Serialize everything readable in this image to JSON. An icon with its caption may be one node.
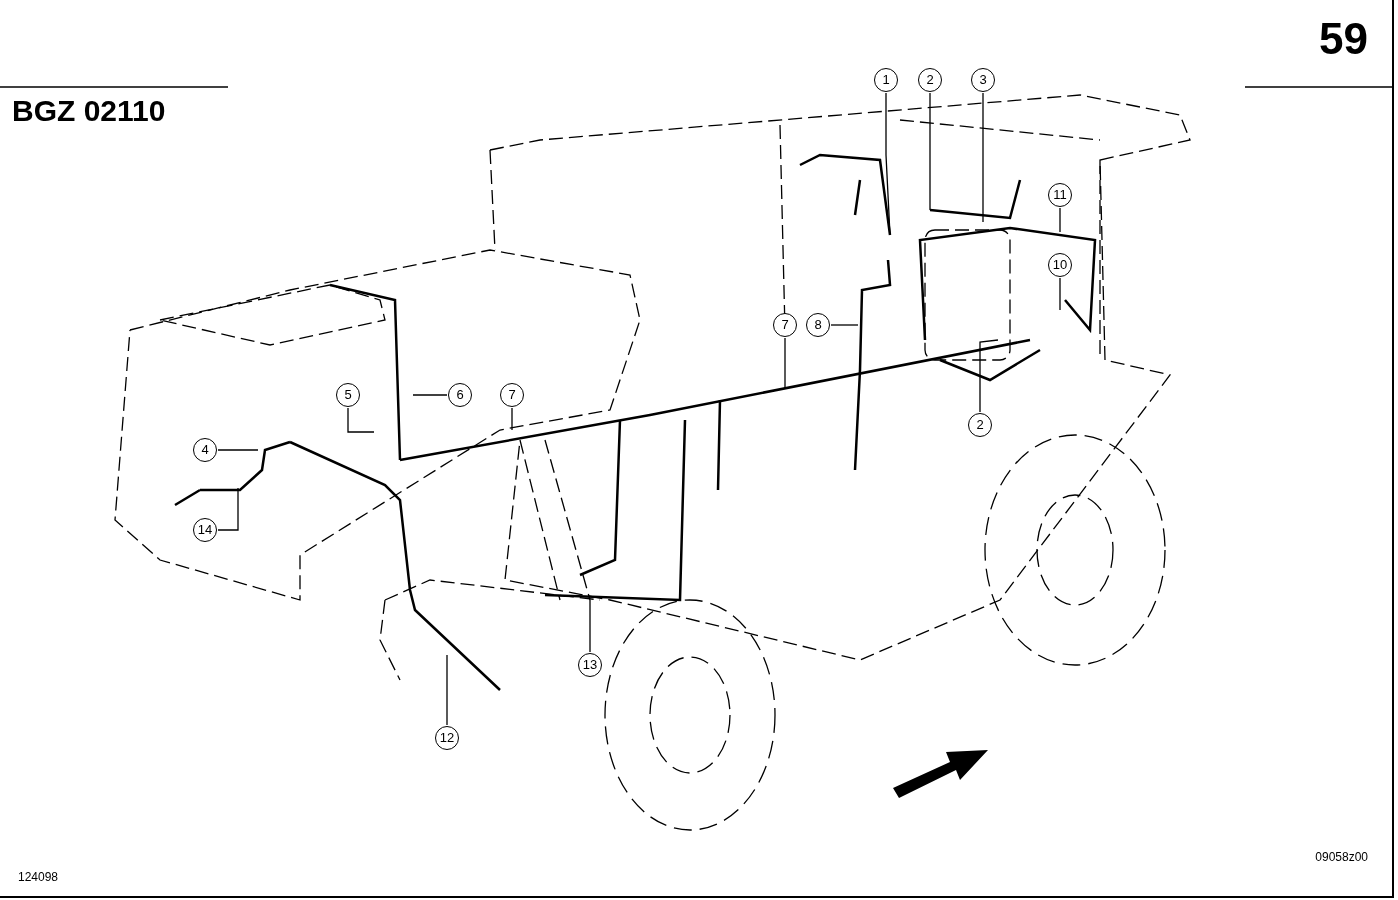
{
  "diagram": {
    "nodes": [
      {
        "text": [
          "1"
        ]
      },
      {
        "text": [
          "2"
        ]
      },
      {
        "text": [
          "3"
        ]
      },
      {
        "text": [
          "11"
        ]
      },
      {
        "text": [
          "10"
        ]
      },
      {
        "text": [
          "7"
        ]
      },
      {
        "text": [
          "8"
        ]
      },
      {
        "text": [
          "5"
        ]
      },
      {
        "text": [
          "6"
        ]
      },
      {
        "text": [
          "7"
        ]
      },
      {
        "text": [
          "2"
        ]
      },
      {
        "text": [
          "4"
        ]
      },
      {
        "text": [
          "14"
        ]
      },
      {
        "text": [
          "13"
        ]
      },
      {
        "text": [
          "12"
        ]
      }
    ],
    "edges": [
      {
        "from": 0,
        "to": null,
        "arrow": "none"
      },
      {
        "from": 1,
        "to": null,
        "arrow": "none"
      },
      {
        "from": 2,
        "to": null,
        "arrow": "none"
      },
      {
        "from": 3,
        "to": null,
        "arrow": "none"
      },
      {
        "from": 4,
        "to": null,
        "arrow": "none"
      },
      {
        "from": 5,
        "to": null,
        "arrow": "none"
      },
      {
        "from": 6,
        "to": null,
        "arrow": "none"
      },
      {
        "from": 7,
        "to": null,
        "arrow": "none"
      },
      {
        "from": 8,
        "to": null,
        "arrow": "none"
      },
      {
        "from": 9,
        "to": null,
        "arrow": "none"
      },
      {
        "from": 10,
        "to": null,
        "arrow": "none"
      },
      {
        "from": 11,
        "to": null,
        "arrow": "none"
      },
      {
        "from": 12,
        "to": null,
        "arrow": "none"
      },
      {
        "from": 13,
        "to": null,
        "arrow": "none"
      },
      {
        "from": 14,
        "to": null,
        "arrow": "none"
      }
    ],
    "labels": [
      "59",
      "BGZ 02110",
      "124098",
      "09058z00"
    ]
  }
}
